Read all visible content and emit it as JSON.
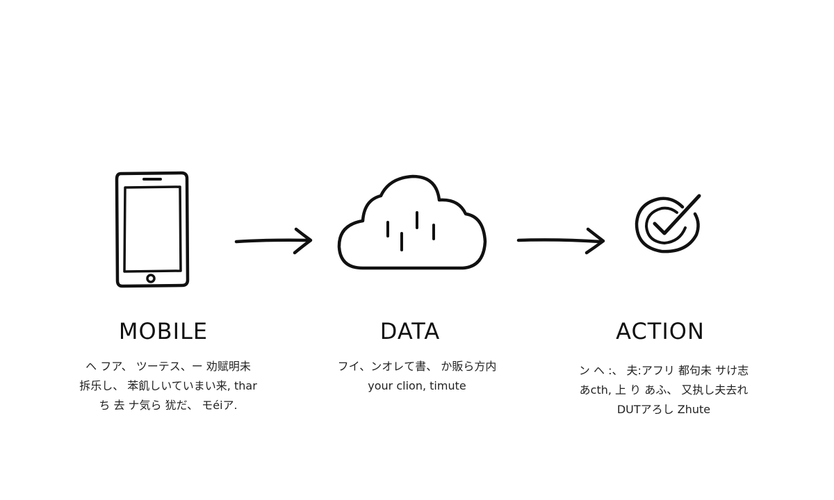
{
  "steps": [
    {
      "title": "MOBILE",
      "icon": "smartphone-icon",
      "lines": [
        "ヘ フア、 ツーテス、ー 劝赋明未",
        "拆乐し、 苯飢しいていまい来, thar",
        "ち 去 ナ気ら 犹だ、 モéiア."
      ]
    },
    {
      "title": "DATA",
      "icon": "cloud-data-icon",
      "lines": [
        "フイ、ンオレて書、 か販ら方内",
        "your clion, timute"
      ]
    },
    {
      "title": "ACTION",
      "icon": "checkmark-circle-icon",
      "lines": [
        "ン ヘ :、 夫:アフリ 都句未 サけ志",
        "あcth, 上 り あふ、 又执し夫去れ",
        "DUTアろし Zhute"
      ]
    }
  ],
  "connectors": [
    "arrow-right-icon",
    "arrow-right-icon"
  ]
}
